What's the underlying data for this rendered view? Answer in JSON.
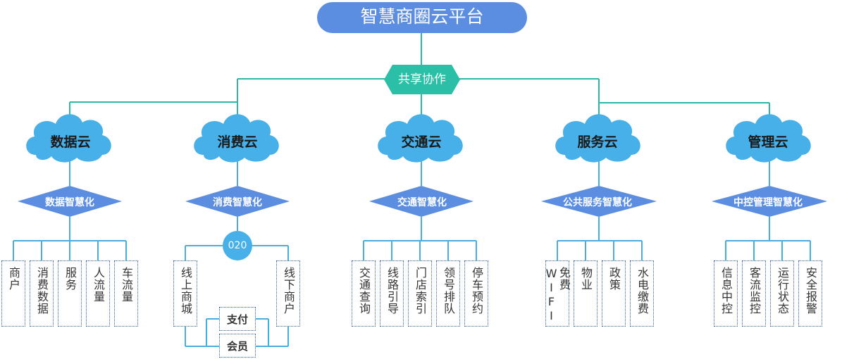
{
  "title": "智慧商圈云平台",
  "hub": "共享协作",
  "colors": {
    "title_fill": "#5b8de0",
    "hub_fill": "#2bbfa8",
    "connector": "#2bb8a6",
    "cloud_fill": "#47b0e8",
    "diamond_fill": "#5b8de0",
    "leaf_line": "#4aaedc",
    "box_border": "#2f5f9e"
  },
  "branches": [
    {
      "cloud": "数据云",
      "diamond": "数据智慧化",
      "leaves": [
        "商户",
        "消费数据",
        "服务",
        "人流量",
        "车流量"
      ]
    },
    {
      "cloud": "消费云",
      "diamond": "消费智慧化",
      "o2o": "020",
      "leaves": [
        "线上商城",
        "线下商户"
      ],
      "extras": [
        "支付",
        "会员"
      ]
    },
    {
      "cloud": "交通云",
      "diamond": "交通智慧化",
      "leaves": [
        "交通查询",
        "线路引导",
        "门店索引",
        "领号排队",
        "停车预约"
      ]
    },
    {
      "cloud": "服务云",
      "diamond": "公共服务智慧化",
      "leaves": [
        "免费WIFI",
        "物业",
        "政策",
        "水电缴费"
      ]
    },
    {
      "cloud": "管理云",
      "diamond": "中控管理智慧化",
      "leaves": [
        "信息中控",
        "客流监控",
        "运行状态",
        "安全报警"
      ]
    }
  ]
}
